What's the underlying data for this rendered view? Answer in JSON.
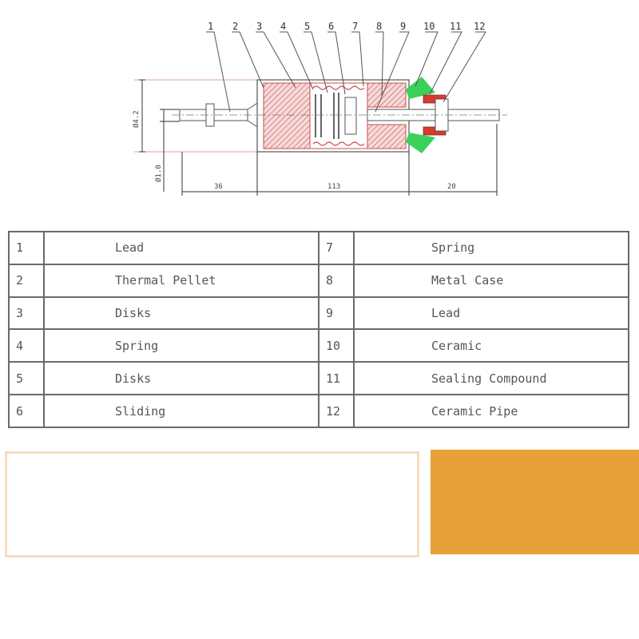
{
  "diagram": {
    "callouts": [
      "1",
      "2",
      "3",
      "4",
      "5",
      "6",
      "7",
      "8",
      "9",
      "10",
      "11",
      "12"
    ],
    "dimensions": {
      "left": "36",
      "middle": "113",
      "right": "20",
      "diameter_body": "Ø4.2",
      "diameter_lead": "Ø1.0"
    }
  },
  "colors": {
    "body_fill": "#f6dada",
    "body_hatch": "#c8504a",
    "ceramic": "#3ad15a",
    "sealing": "#d83a30",
    "accent_panel": "#e8a038",
    "panel_border": "#f5dcc0"
  },
  "parts_table": {
    "rows": [
      {
        "left_num": "1",
        "left_name": "Lead",
        "right_num": "7",
        "right_name": "Spring"
      },
      {
        "left_num": "2",
        "left_name": "Thermal Pellet",
        "right_num": "8",
        "right_name": "Metal Case"
      },
      {
        "left_num": "3",
        "left_name": "Disks",
        "right_num": "9",
        "right_name": "Lead"
      },
      {
        "left_num": "4",
        "left_name": "Spring",
        "right_num": "10",
        "right_name": "Ceramic"
      },
      {
        "left_num": "5",
        "left_name": "Disks",
        "right_num": "11",
        "right_name": "Sealing Compound"
      },
      {
        "left_num": "6",
        "left_name": "Sliding",
        "right_num": "12",
        "right_name": "Ceramic Pipe"
      }
    ]
  }
}
